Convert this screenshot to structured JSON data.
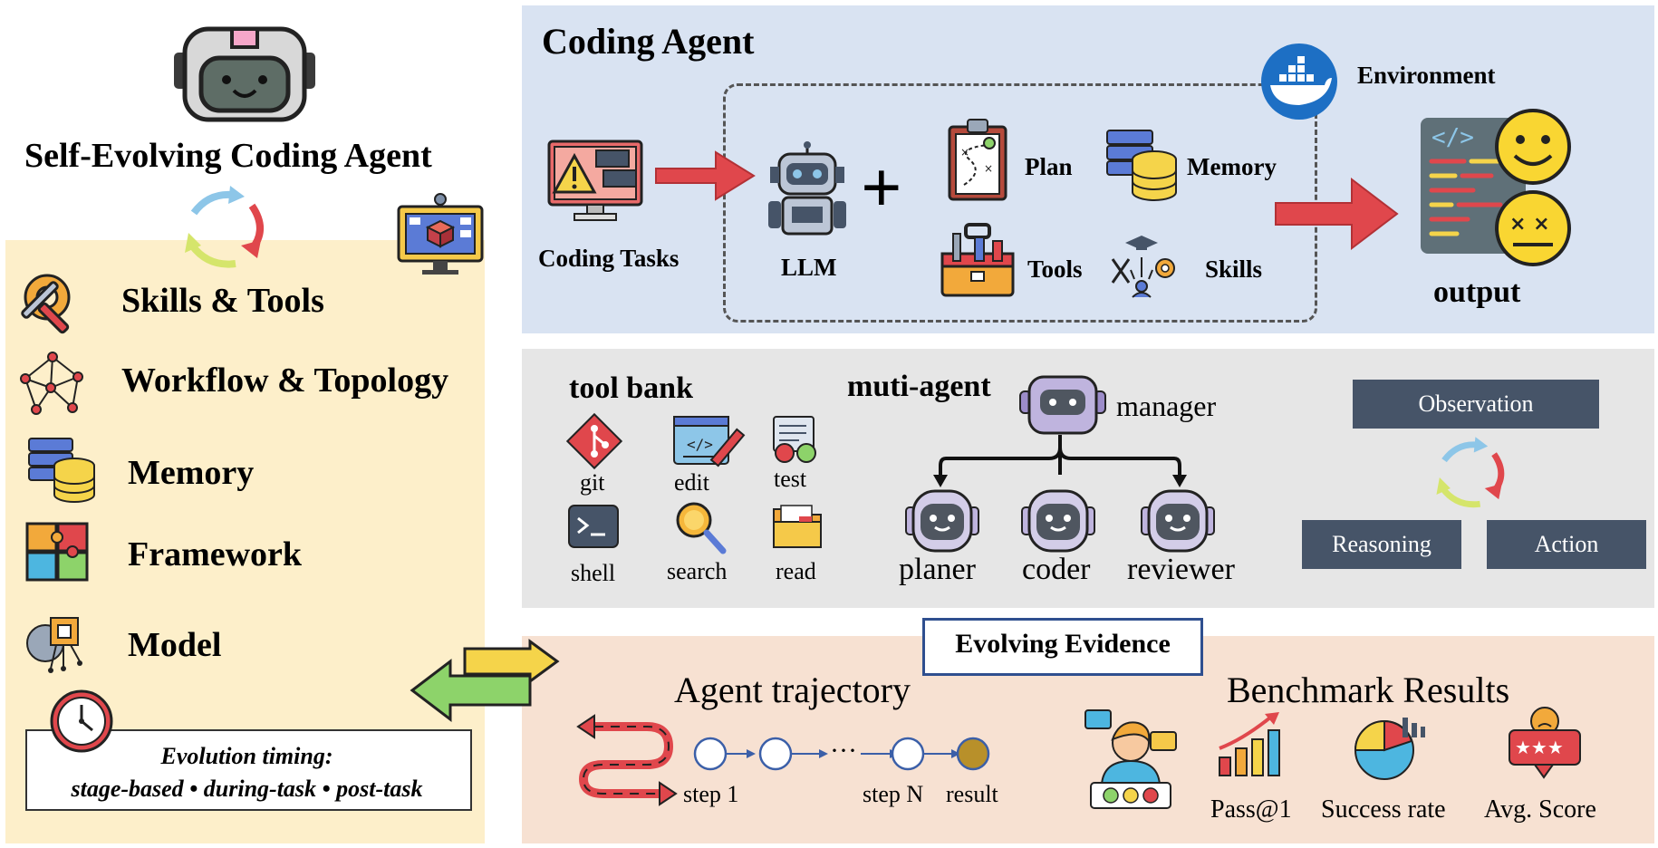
{
  "left": {
    "title": "Self-Evolving Coding Agent",
    "items": [
      {
        "label": "Skills & Tools",
        "icon": "gear-wrench-icon"
      },
      {
        "label": "Workflow & Topology",
        "icon": "network-graph-icon"
      },
      {
        "label": "Memory",
        "icon": "database-icon"
      },
      {
        "label": "Framework",
        "icon": "puzzle-icon"
      },
      {
        "label": "Model",
        "icon": "brain-chip-icon"
      }
    ],
    "timing_title": "Evolution timing:",
    "timing_values": "stage-based • during-task • post-task"
  },
  "coding_agent": {
    "title": "Coding Agent",
    "tasks_label": "Coding Tasks",
    "llm_label": "LLM",
    "plus": "+",
    "plan_label": "Plan",
    "memory_label": "Memory",
    "tools_label": "Tools",
    "skills_label": "Skills",
    "environment_label": "Environment",
    "output_label": "output"
  },
  "tool_bank": {
    "title": "tool bank",
    "tools": [
      "git",
      "edit",
      "test",
      "shell",
      "search",
      "read"
    ]
  },
  "multi_agent": {
    "title": "muti-agent",
    "manager": "manager",
    "workers": [
      "planer",
      "coder",
      "reviewer"
    ]
  },
  "cycle": {
    "observation": "Observation",
    "reasoning": "Reasoning",
    "action": "Action"
  },
  "evidence": {
    "title": "Evolving Evidence",
    "trajectory_title": "Agent trajectory",
    "step_first": "step 1",
    "ellipsis": "···",
    "step_last": "step N",
    "result": "result",
    "benchmark_title": "Benchmark Results",
    "metrics": [
      "Pass@1",
      "Success rate",
      "Avg. Score"
    ]
  },
  "colors": {
    "left_panel": "#fdefca",
    "coding_panel": "#d9e3f2",
    "tool_panel": "#e6e6e6",
    "evidence_panel": "#f7e1d2",
    "dark_box": "#465468",
    "arrow_red": "#e0474c",
    "arrow_green": "#8dd36a",
    "arrow_yellow": "#f5d44a"
  }
}
